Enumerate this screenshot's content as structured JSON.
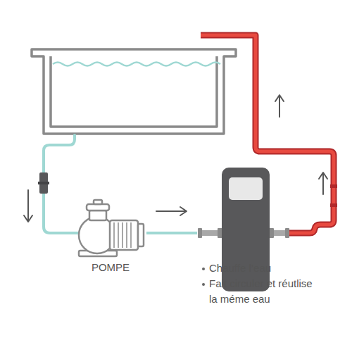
{
  "diagram": {
    "nodes": [
      {
        "text": [
          "POMPE"
        ]
      },
      {
        "text": [
          "Chauffe l’eau",
          "Fait circuler et réutlise la méme eau"
        ]
      }
    ],
    "edges": [
      {
        "from": 0,
        "to": 1,
        "arrow": "none"
      }
    ]
  }
}
